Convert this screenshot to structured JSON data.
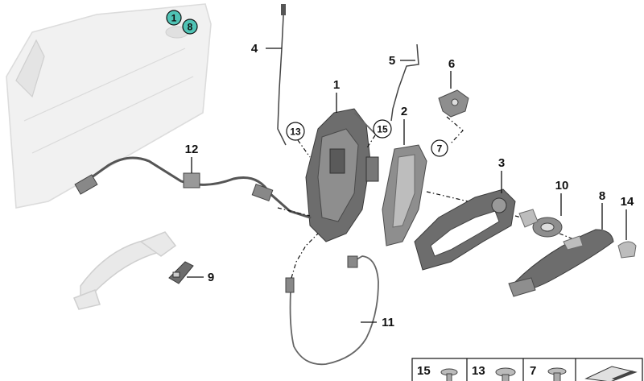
{
  "callouts": {
    "c1": "1",
    "c2": "2",
    "c3": "3",
    "c4": "4",
    "c5": "5",
    "c6": "6",
    "c7": "7",
    "c8": "8",
    "c9": "9",
    "c10": "10",
    "c11": "11",
    "c12": "12",
    "c13": "13",
    "c14": "14",
    "c15": "15"
  },
  "door_badges": {
    "b1": "1",
    "b8": "8",
    "color": "#4fc3b5"
  },
  "legend": {
    "items": [
      "15",
      "13",
      "7"
    ]
  },
  "colors": {
    "lines": "#111111",
    "part_dark": "#6d6d6d",
    "ghost": "#e9e9e9"
  }
}
